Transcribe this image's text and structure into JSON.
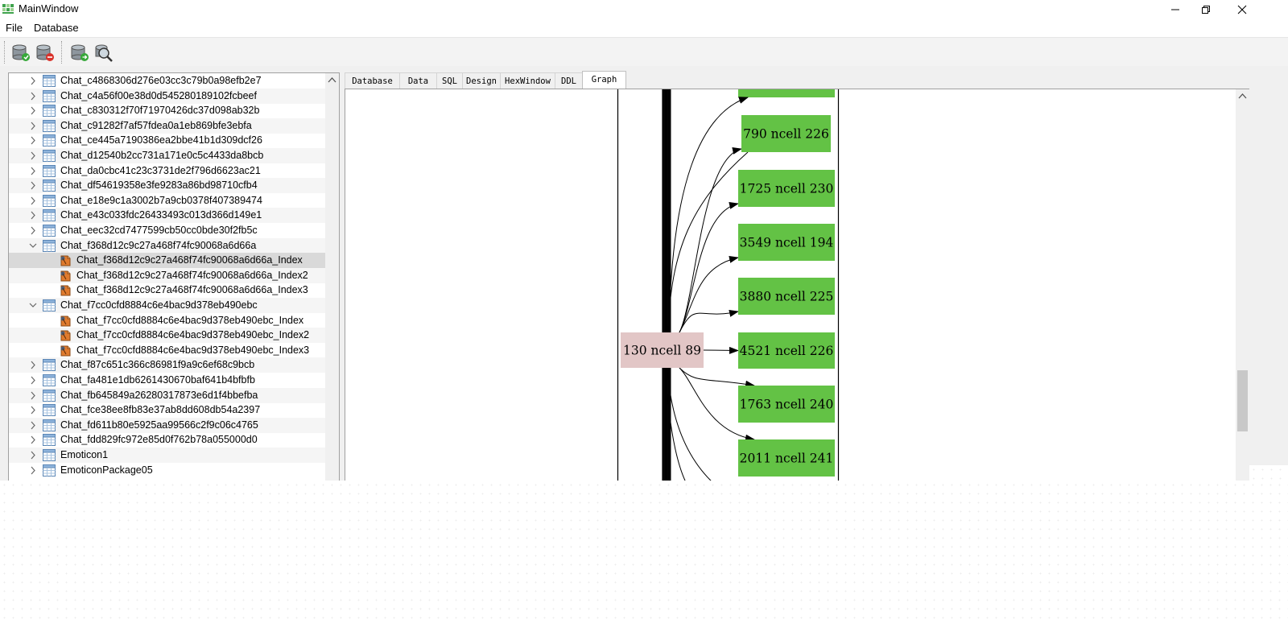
{
  "window": {
    "title": "MainWindow"
  },
  "menu": [
    {
      "label": "File"
    },
    {
      "label": "Database"
    }
  ],
  "toolbar": [
    {
      "icon": "database-add-icon"
    },
    {
      "icon": "database-remove-icon"
    },
    {
      "icon": "database-connect-icon"
    },
    {
      "icon": "database-search-icon"
    }
  ],
  "tree": {
    "items": [
      {
        "label": "Chat_c4868306d276e03cc3c79b0a98efb2e7",
        "type": "table",
        "expander": "collapsed"
      },
      {
        "label": "Chat_c4a56f00e38d0d545280189102fcbeef",
        "type": "table",
        "expander": "collapsed"
      },
      {
        "label": "Chat_c830312f70f71970426dc37d098ab32b",
        "type": "table",
        "expander": "collapsed"
      },
      {
        "label": "Chat_c91282f7af57fdea0a1eb869bfe3ebfa",
        "type": "table",
        "expander": "collapsed"
      },
      {
        "label": "Chat_ce445a7190386ea2bbe41b1d309dcf26",
        "type": "table",
        "expander": "collapsed"
      },
      {
        "label": "Chat_d12540b2cc731a171e0c5c4433da8bcb",
        "type": "table",
        "expander": "collapsed"
      },
      {
        "label": "Chat_da0cbc41c23c3731de2f796d6623ac21",
        "type": "table",
        "expander": "collapsed"
      },
      {
        "label": "Chat_df54619358e3fe9283a86bd98710cfb4",
        "type": "table",
        "expander": "collapsed"
      },
      {
        "label": "Chat_e18e9c1a3002b7a9cb0378f407389474",
        "type": "table",
        "expander": "collapsed"
      },
      {
        "label": "Chat_e43c033fdc26433493c013d366d149e1",
        "type": "table",
        "expander": "collapsed"
      },
      {
        "label": "Chat_eec32cd7477599cb50cc0bde30f2fb5c",
        "type": "table",
        "expander": "collapsed"
      },
      {
        "label": "Chat_f368d12c9c27a468f74fc90068a6d66a",
        "type": "table",
        "expander": "expanded"
      },
      {
        "label": "Chat_f368d12c9c27a468f74fc90068a6d66a_Index",
        "type": "index",
        "expander": "none",
        "selected": true
      },
      {
        "label": "Chat_f368d12c9c27a468f74fc90068a6d66a_Index2",
        "type": "index",
        "expander": "none"
      },
      {
        "label": "Chat_f368d12c9c27a468f74fc90068a6d66a_Index3",
        "type": "index",
        "expander": "none"
      },
      {
        "label": "Chat_f7cc0cfd8884c6e4bac9d378eb490ebc",
        "type": "table",
        "expander": "expanded"
      },
      {
        "label": "Chat_f7cc0cfd8884c6e4bac9d378eb490ebc_Index",
        "type": "index",
        "expander": "none"
      },
      {
        "label": "Chat_f7cc0cfd8884c6e4bac9d378eb490ebc_Index2",
        "type": "index",
        "expander": "none"
      },
      {
        "label": "Chat_f7cc0cfd8884c6e4bac9d378eb490ebc_Index3",
        "type": "index",
        "expander": "none"
      },
      {
        "label": "Chat_f87c651c366c86981f9a9c6ef68c9bcb",
        "type": "table",
        "expander": "collapsed"
      },
      {
        "label": "Chat_fa481e1db6261430670baf641b4bfbfb",
        "type": "table",
        "expander": "collapsed"
      },
      {
        "label": "Chat_fb645849a26280317873e6d1f4bbefba",
        "type": "table",
        "expander": "collapsed"
      },
      {
        "label": "Chat_fce38ee8fb83e37ab8dd608db54a2397",
        "type": "table",
        "expander": "collapsed"
      },
      {
        "label": "Chat_fd611b80e5925aa99566c2f9c06c4765",
        "type": "table",
        "expander": "collapsed"
      },
      {
        "label": "Chat_fdd829fc972e85d0f762b78a055000d0",
        "type": "table",
        "expander": "collapsed"
      },
      {
        "label": "Emoticon1",
        "type": "table",
        "expander": "collapsed"
      },
      {
        "label": "EmoticonPackage05",
        "type": "table",
        "expander": "collapsed"
      }
    ]
  },
  "tabs": [
    {
      "label": "Database"
    },
    {
      "label": "Data"
    },
    {
      "label": "SQL"
    },
    {
      "label": "Design"
    },
    {
      "label": "HexWindow"
    },
    {
      "label": "DDL"
    },
    {
      "label": "Graph",
      "active": true
    }
  ],
  "graph": {
    "source_node": {
      "label": "130 ncell 89",
      "color": "#e2c6c6"
    },
    "target_nodes": [
      {
        "label": "790 ncell 226"
      },
      {
        "label": "1725 ncell 230"
      },
      {
        "label": "3549 ncell 194"
      },
      {
        "label": "3880 ncell 225"
      },
      {
        "label": "4521 ncell 226"
      },
      {
        "label": "1763 ncell 240"
      },
      {
        "label": "2011 ncell 241"
      }
    ],
    "target_color": "#63c245"
  }
}
